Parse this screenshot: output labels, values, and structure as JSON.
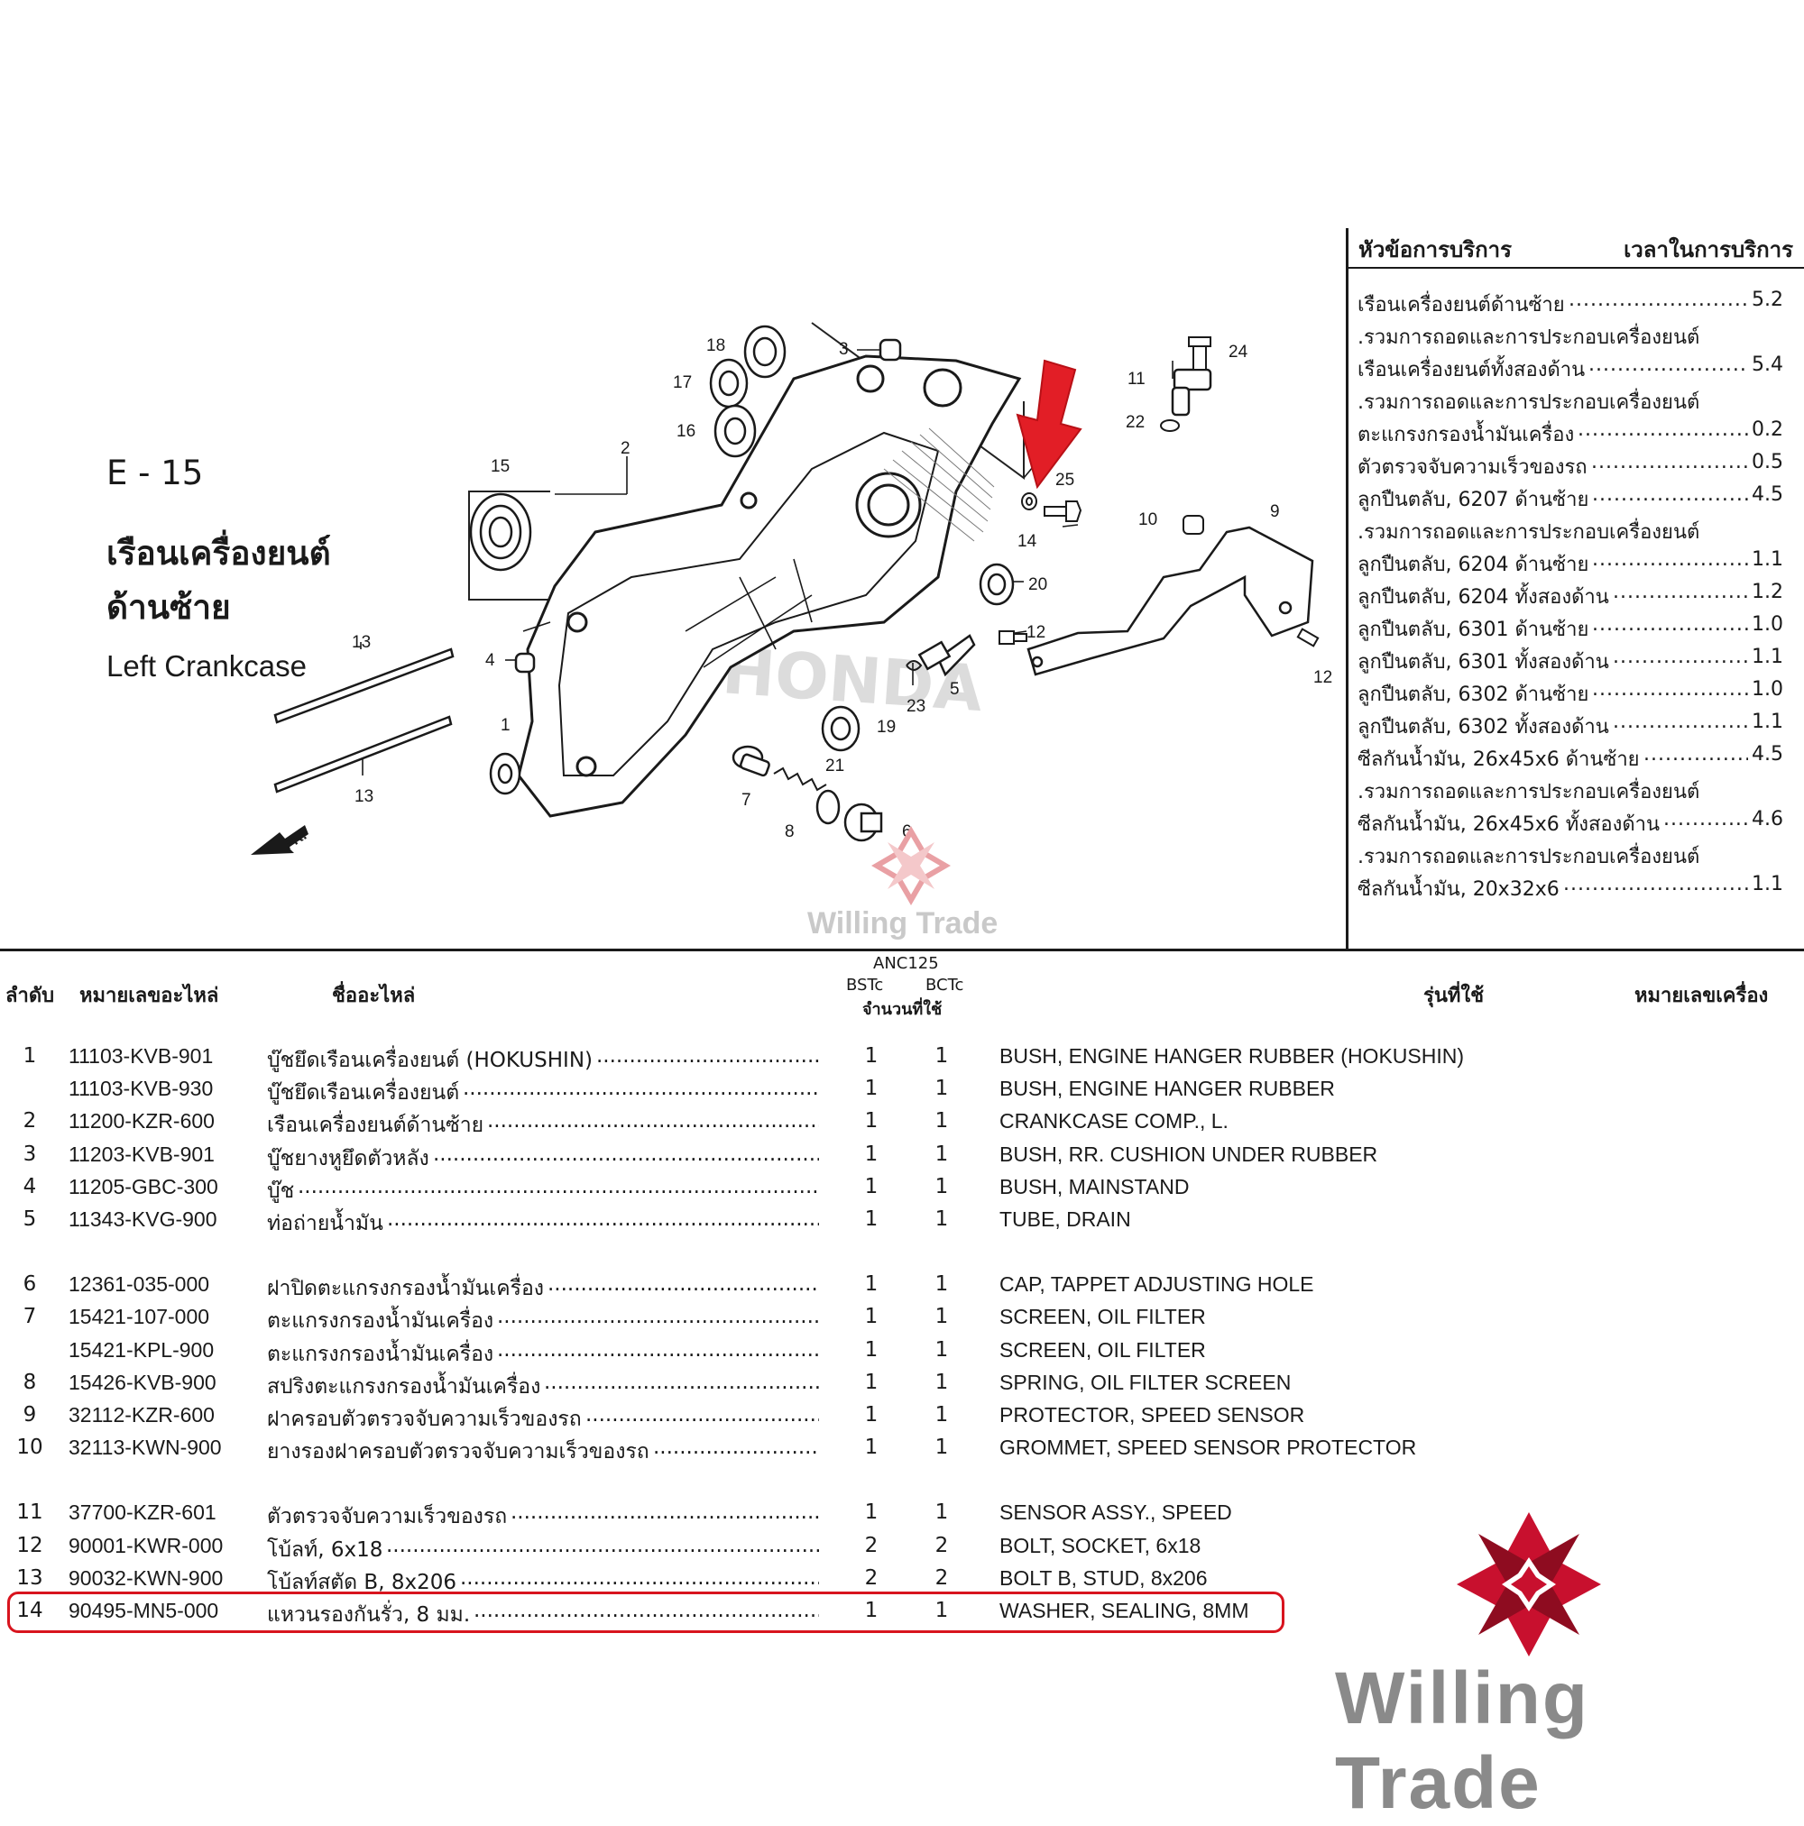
{
  "diagram": {
    "page_code": "E - 15",
    "title_th_line1": "เรือนเครื่องยนต์",
    "title_th_line2": "ด้านซ้าย",
    "title_en": "Left Crankcase",
    "callouts": [
      "1",
      "2",
      "3",
      "4",
      "5",
      "6",
      "7",
      "8",
      "9",
      "10",
      "11",
      "12",
      "12",
      "13",
      "13",
      "14",
      "15",
      "16",
      "17",
      "18",
      "19",
      "20",
      "21",
      "22",
      "23",
      "24",
      "25"
    ],
    "front_label": "FR.",
    "watermark_text": "HONDA",
    "colors": {
      "arrow": "#e21e26",
      "highlight": "#d8141e",
      "brand": "#c8102e"
    }
  },
  "service": {
    "header_left": "หัวข้อการบริการ",
    "header_right": "เวลาในการบริการ",
    "items": [
      {
        "name": "เรือนเครื่องยนต์ด้านซ้าย",
        "value": "5.2"
      },
      {
        "name": ".รวมการถอดและการประกอบเครื่องยนต์",
        "value": ""
      },
      {
        "name": "เรือนเครื่องยนต์ทั้งสองด้าน",
        "value": "5.4"
      },
      {
        "name": ".รวมการถอดและการประกอบเครื่องยนต์",
        "value": ""
      },
      {
        "name": "ตะแกรงกรองน้ำมันเครื่อง",
        "value": "0.2"
      },
      {
        "name": "ตัวตรวจจับความเร็วของรถ",
        "value": "0.5"
      },
      {
        "name": "ลูกปืนตลับ, 6207 ด้านซ้าย",
        "value": "4.5"
      },
      {
        "name": ".รวมการถอดและการประกอบเครื่องยนต์",
        "value": ""
      },
      {
        "name": "ลูกปืนตลับ, 6204 ด้านซ้าย",
        "value": "1.1"
      },
      {
        "name": "ลูกปืนตลับ, 6204 ทั้งสองด้าน",
        "value": "1.2"
      },
      {
        "name": "ลูกปืนตลับ, 6301 ด้านซ้าย",
        "value": "1.0"
      },
      {
        "name": "ลูกปืนตลับ, 6301 ทั้งสองด้าน",
        "value": "1.1"
      },
      {
        "name": "ลูกปืนตลับ, 6302 ด้านซ้าย",
        "value": "1.0"
      },
      {
        "name": "ลูกปืนตลับ, 6302 ทั้งสองด้าน",
        "value": "1.1"
      },
      {
        "name": "ซีลกันน้ำมัน, 26x45x6 ด้านซ้าย",
        "value": "4.5"
      },
      {
        "name": ".รวมการถอดและการประกอบเครื่องยนต์",
        "value": ""
      },
      {
        "name": "ซีลกันน้ำมัน, 26x45x6 ทั้งสองด้าน",
        "value": "4.6"
      },
      {
        "name": ".รวมการถอดและการประกอบเครื่องยนต์",
        "value": ""
      },
      {
        "name": "ซีลกันน้ำมัน, 20x32x6",
        "value": "1.1"
      }
    ]
  },
  "table": {
    "headers": {
      "ref": "ลำดับ",
      "part_no": "หมายเลขอะไหล่",
      "name": "ชื่ออะไหล่",
      "model": "ANC125",
      "col1": "BSTc",
      "col2": "BCTc",
      "qty": "จำนวนที่ใช้",
      "models_used": "รุ่นที่ใช้",
      "engine_no": "หมายเลขเครื่อง"
    },
    "rows": [
      {
        "ref": "1",
        "part_no": "11103-KVB-901",
        "name_th": "บู๊ชยึดเรือนเครื่องยนต์ (HOKUSHIN)",
        "q1": "1",
        "q2": "1",
        "name_en": "BUSH, ENGINE HANGER RUBBER (HOKUSHIN)"
      },
      {
        "ref": "",
        "part_no": "11103-KVB-930",
        "name_th": "บู๊ชยึดเรือนเครื่องยนต์",
        "q1": "1",
        "q2": "1",
        "name_en": "BUSH, ENGINE HANGER RUBBER"
      },
      {
        "ref": "2",
        "part_no": "11200-KZR-600",
        "name_th": "เรือนเครื่องยนต์ด้านซ้าย",
        "q1": "1",
        "q2": "1",
        "name_en": "CRANKCASE COMP., L."
      },
      {
        "ref": "3",
        "part_no": "11203-KVB-901",
        "name_th": "บู๊ชยางหูยึดตัวหลัง",
        "q1": "1",
        "q2": "1",
        "name_en": "BUSH, RR. CUSHION UNDER RUBBER"
      },
      {
        "ref": "4",
        "part_no": "11205-GBC-300",
        "name_th": "บู๊ช",
        "q1": "1",
        "q2": "1",
        "name_en": "BUSH, MAINSTAND"
      },
      {
        "ref": "5",
        "part_no": "11343-KVG-900",
        "name_th": "ท่อถ่ายน้ำมัน",
        "q1": "1",
        "q2": "1",
        "name_en": "TUBE, DRAIN"
      },
      {
        "ref": "6",
        "part_no": "12361-035-000",
        "name_th": "ฝาปิดตะแกรงกรองน้ำมันเครื่อง",
        "q1": "1",
        "q2": "1",
        "name_en": "CAP, TAPPET ADJUSTING HOLE"
      },
      {
        "ref": "7",
        "part_no": "15421-107-000",
        "name_th": "ตะแกรงกรองน้ำมันเครื่อง",
        "q1": "1",
        "q2": "1",
        "name_en": "SCREEN, OIL FILTER"
      },
      {
        "ref": "",
        "part_no": "15421-KPL-900",
        "name_th": "ตะแกรงกรองน้ำมันเครื่อง",
        "q1": "1",
        "q2": "1",
        "name_en": "SCREEN, OIL FILTER"
      },
      {
        "ref": "8",
        "part_no": "15426-KVB-900",
        "name_th": "สปริงตะแกรงกรองน้ำมันเครื่อง",
        "q1": "1",
        "q2": "1",
        "name_en": "SPRING, OIL FILTER SCREEN"
      },
      {
        "ref": "9",
        "part_no": "32112-KZR-600",
        "name_th": "ฝาครอบตัวตรวจจับความเร็วของรถ",
        "q1": "1",
        "q2": "1",
        "name_en": "PROTECTOR, SPEED SENSOR"
      },
      {
        "ref": "10",
        "part_no": "32113-KWN-900",
        "name_th": "ยางรองฝาครอบตัวตรวจจับความเร็วของรถ",
        "q1": "1",
        "q2": "1",
        "name_en": "GROMMET, SPEED SENSOR PROTECTOR"
      },
      {
        "ref": "11",
        "part_no": "37700-KZR-601",
        "name_th": "ตัวตรวจจับความเร็วของรถ",
        "q1": "1",
        "q2": "1",
        "name_en": "SENSOR ASSY., SPEED"
      },
      {
        "ref": "12",
        "part_no": "90001-KWR-000",
        "name_th": "โบ้ลท์, 6x18",
        "q1": "2",
        "q2": "2",
        "name_en": "BOLT, SOCKET, 6x18"
      },
      {
        "ref": "13",
        "part_no": "90032-KWN-900",
        "name_th": "โบ้ลท์สตัด B, 8x206",
        "q1": "2",
        "q2": "2",
        "name_en": "BOLT B, STUD, 8x206"
      },
      {
        "ref": "14",
        "part_no": "90495-MN5-000",
        "name_th": "แหวนรองกันรั่ว, 8 มม.",
        "q1": "1",
        "q2": "1",
        "name_en": "WASHER, SEALING, 8MM"
      }
    ]
  },
  "watermark": {
    "brand": "Willing Trade"
  }
}
